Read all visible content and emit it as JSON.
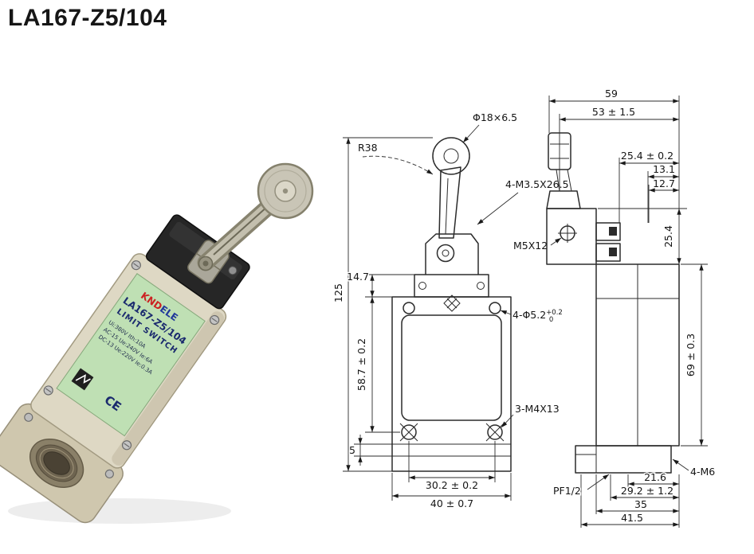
{
  "title": "LA167-Z5/104",
  "photo": {
    "label": {
      "brand_red": "KND",
      "brand_blue": "ELE",
      "model": "LA167-Z5/104",
      "type_line": "LIMIT SWITCH",
      "specs": [
        "Ui:380V  Ith:10A",
        "AC-15  Ue:240V  Ie:6A",
        "DC-13  Ue:220V  Ie:0.3A"
      ],
      "cert": "CE"
    }
  },
  "front_view": {
    "dim_overall_height": "125",
    "dim_head_gap": "14.7",
    "dim_body_height": "58.7 ± 0.2",
    "dim_base_lip": "5",
    "dim_hole_spacing": "30.2 ± 0.2",
    "dim_body_width": "40 ± 0.7",
    "label_roller": "Φ18×6.5",
    "label_lever_radius": "R38",
    "label_head_screws": "4-M3.5X26.5",
    "label_side_screw": "M5X12",
    "label_holes_main": "4-Φ5.2",
    "label_holes_sup": "+0.2",
    "label_holes_sub": "0",
    "label_bottom_screws": "3-M4X13"
  },
  "side_view": {
    "dim_depth_overall": "59",
    "dim_depth_head": "53 ± 1.5",
    "dim_head_offset": "25.4 ± 0.2",
    "dim_block_1": "13.1",
    "dim_block_2": "12.7",
    "dim_head_height": "25.4",
    "dim_body_height": "69 ± 0.3",
    "dim_base_1": "21.6",
    "dim_base_2": "29.2 ± 1.2",
    "dim_base_3": "35",
    "dim_base_4": "41.5",
    "label_conduit": "PF1/2",
    "label_mount_holes": "4-M6"
  }
}
